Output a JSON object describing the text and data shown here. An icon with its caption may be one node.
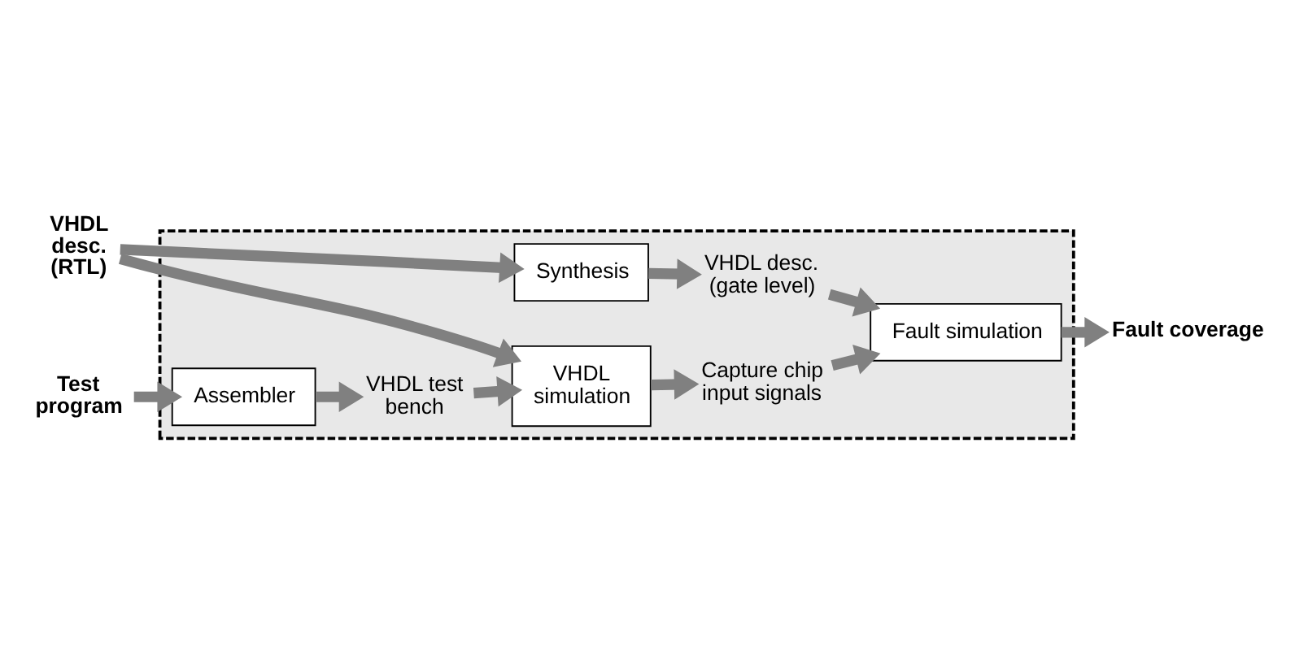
{
  "diagram": {
    "nodes": [
      {
        "text": [],
        "shape": "box"
      },
      {
        "text": [
          "Test program"
        ]
      },
      {
        "text": [
          "Assembler"
        ],
        "in": 0
      },
      {
        "text": [
          "VHDL test bench"
        ],
        "in": 0
      },
      {
        "text": [
          "VHDL simulation"
        ],
        "in": 0
      },
      {
        "text": [
          "Capture chip input signals"
        ],
        "in": 0
      },
      {
        "text": [
          "VHDL desc. (RTL)"
        ]
      },
      {
        "text": [
          "Synthesis"
        ],
        "in": 0
      },
      {
        "text": [
          "VHDL desc. (gate level)"
        ],
        "in": 0
      },
      {
        "text": [
          "Fault simulation"
        ],
        "in": 0
      },
      {
        "text": [
          "Fault coverage"
        ]
      }
    ],
    "edges": [
      {
        "from": 1,
        "to": 2,
        "arrow": "to"
      },
      {
        "from": 2,
        "to": 3,
        "arrow": "to"
      },
      {
        "from": 3,
        "to": 4,
        "arrow": "to"
      },
      {
        "from": 4,
        "to": 5,
        "arrow": "to"
      },
      {
        "from": 5,
        "to": 9,
        "arrow": "to"
      },
      {
        "from": 6,
        "to": 4,
        "arrow": "to"
      },
      {
        "from": 6,
        "to": 7,
        "arrow": "to"
      },
      {
        "from": 7,
        "to": 8,
        "arrow": "to"
      },
      {
        "from": 8,
        "to": 9,
        "arrow": "to"
      },
      {
        "from": 9,
        "to": 10,
        "arrow": "to"
      }
    ]
  }
}
